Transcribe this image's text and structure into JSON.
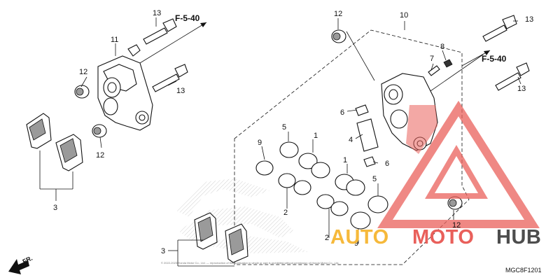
{
  "diagram": {
    "ref_labels": [
      "F-5-40",
      "F-5-40"
    ],
    "part_numbers": {
      "n13_top_left": "13",
      "n11": "11",
      "n12_left_upper": "12",
      "n13_left_mid": "13",
      "n12_left_lower": "12",
      "n3_left": "3",
      "n12_top_mid": "12",
      "n10": "10",
      "n13_top_right": "13",
      "n8": "8",
      "n7": "7",
      "n13_right": "13",
      "n6_upper": "6",
      "n4": "4",
      "n6_lower": "6",
      "n5_left": "5",
      "n9_left": "9",
      "n1_left": "1",
      "n2_left": "2",
      "n1_right": "1",
      "n5_right": "5",
      "n2_right": "2",
      "n9_right": "9",
      "n12_bottom_right": "12",
      "n3_bottom": "3"
    },
    "front_arrow": "FR.",
    "diagram_code": "MGC8F1201",
    "copyright_text": "© 2022-2023 Honda Motor Co., Ltd. — reproduction of this publication in whole or part is prohibited without permission of Honda Motor Co., Ltd."
  },
  "watermark": {
    "brand_part1": "AUTO",
    "brand_part2": "MOTO",
    "brand_part3": "HUB",
    "colors": {
      "auto": "#f6b93b",
      "moto": "#e9605b",
      "hub": "#4d4d4d"
    }
  }
}
